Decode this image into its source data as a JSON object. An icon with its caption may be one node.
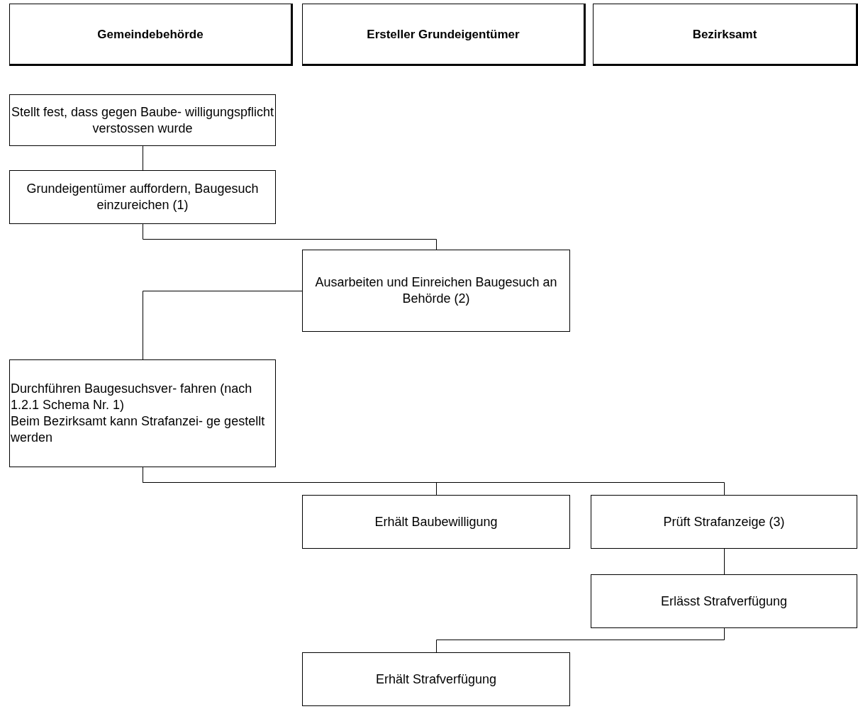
{
  "diagram": {
    "nodes": [
      {
        "text": [
          "Gemeindebehörde"
        ]
      },
      {
        "text": [
          "Ersteller Grundeigentümer"
        ]
      },
      {
        "text": [
          "Bezirksamt"
        ]
      },
      {
        "text": [
          "Stellt fest, dass gegen Baube- willigungspflicht verstossen wurde"
        ]
      },
      {
        "text": [
          "Grundeigentümer auffordern, Baugesuch einzureichen (1)"
        ]
      },
      {
        "text": [
          "Ausarbeiten und Einreichen Baugesuch an Behörde (2)"
        ]
      },
      {
        "text": [
          "Durchführen Baugesuchsver- fahren (nach 1.2.1 Schema Nr. 1)",
          "Beim Bezirksamt kann Strafanzei- ge gestellt werden"
        ]
      },
      {
        "text": [
          "Erhält Baubewilligung"
        ]
      },
      {
        "text": [
          "Prüft Strafanzeige (3)"
        ]
      },
      {
        "text": [
          "Erlässt Strafverfügung"
        ]
      },
      {
        "text": [
          "Erhält Strafverfügung"
        ]
      }
    ],
    "edges": [
      {
        "from": 3,
        "to": 4,
        "arrow": "none"
      },
      {
        "from": 4,
        "to": 5,
        "arrow": "none"
      },
      {
        "from": 5,
        "to": 6,
        "arrow": "none"
      },
      {
        "from": 6,
        "to": 7,
        "arrow": "none"
      },
      {
        "from": 6,
        "to": 8,
        "arrow": "none"
      },
      {
        "from": 8,
        "to": 9,
        "arrow": "none"
      },
      {
        "from": 9,
        "to": 10,
        "arrow": "none"
      }
    ]
  }
}
